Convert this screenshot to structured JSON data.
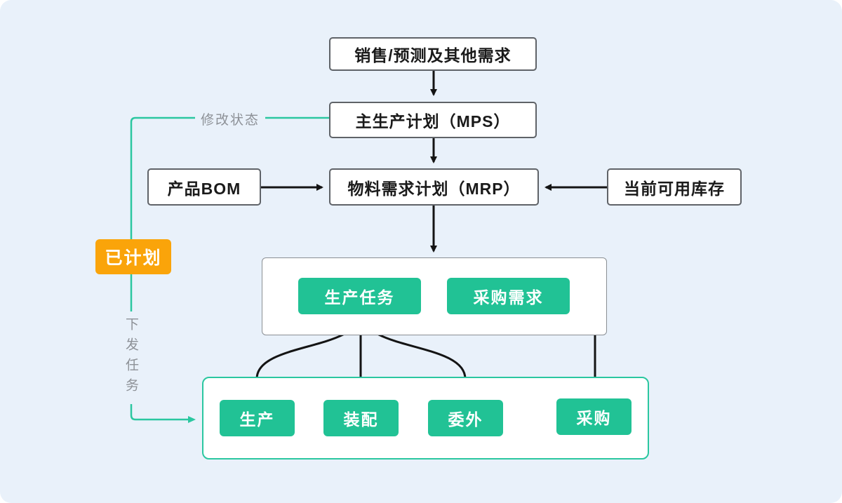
{
  "diagram": {
    "title": "MRP planning flow diagram",
    "nodes": {
      "sales": {
        "label": "销售/预测及其他需求"
      },
      "mps": {
        "label": "主生产计划（MPS）"
      },
      "bom": {
        "label": "产品BOM"
      },
      "mrp": {
        "label": "物料需求计划（MRP）"
      },
      "inventory": {
        "label": "当前可用库存"
      },
      "production_task": {
        "label": "生产任务"
      },
      "purchase_demand": {
        "label": "采购需求"
      },
      "production": {
        "label": "生产"
      },
      "assembly": {
        "label": "装配"
      },
      "outsourcing": {
        "label": "委外"
      },
      "purchase": {
        "label": "采购"
      },
      "planned_badge": {
        "label": "已计划"
      }
    },
    "edge_labels": {
      "modify_status": "修改状态",
      "dispatch_task": "下发任务"
    },
    "edges": [
      "sales -> mps",
      "mps -> mrp",
      "bom -> mrp",
      "inventory -> mrp",
      "mrp -> tasks-container",
      "production_task -> production",
      "production_task -> assembly",
      "production_task -> outsourcing",
      "purchase_demand -> purchase",
      "mps -> planned_badge -> execution-container (green, labels: 修改状态 / 下发任务)"
    ],
    "colors": {
      "background": "#e9f1fa",
      "node_green": "#21c295",
      "line_green": "#2bc7a0",
      "badge_orange": "#faa40a",
      "box_border": "#5f6368",
      "arrow_black": "#141414",
      "label_gray": "#8d9197"
    }
  }
}
